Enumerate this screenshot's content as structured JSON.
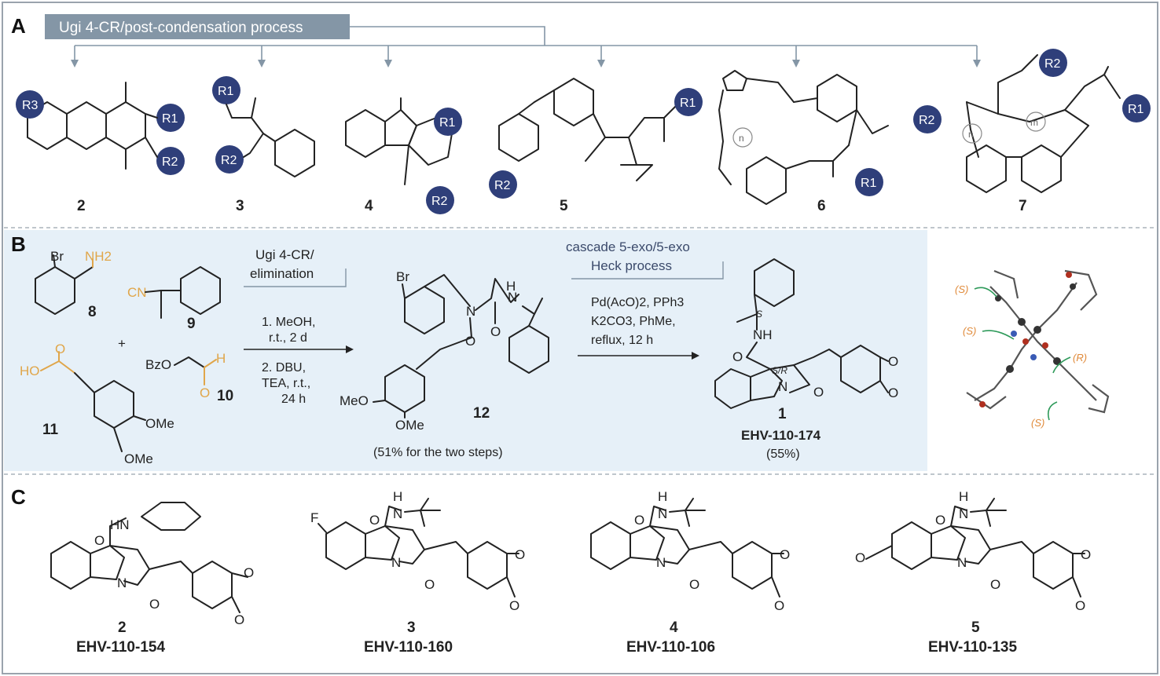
{
  "figure": {
    "panels": {
      "a": "A",
      "b": "B",
      "c": "C"
    },
    "panel_a": {
      "banner": "Ugi 4-CR/post-condensation process",
      "compounds": [
        {
          "id": "2",
          "substituents": [
            "R3",
            "R1",
            "R2"
          ]
        },
        {
          "id": "3",
          "substituents": [
            "R1",
            "R2"
          ]
        },
        {
          "id": "4",
          "substituents": [
            "R1",
            "R2"
          ]
        },
        {
          "id": "5",
          "substituents": [
            "R1",
            "R2"
          ]
        },
        {
          "id": "6",
          "substituents": [
            "R2",
            "R1"
          ],
          "loop": "n"
        },
        {
          "id": "7",
          "substituents": [
            "R2",
            "R1"
          ],
          "loops": [
            "n",
            "m"
          ]
        }
      ]
    },
    "panel_b": {
      "reactants": {
        "c8": {
          "id": "8",
          "atoms": [
            "Br",
            "NH2"
          ]
        },
        "c9": {
          "id": "9",
          "atoms": [
            "CN"
          ]
        },
        "c10": {
          "id": "10",
          "atoms": [
            "BzO",
            "H",
            "O"
          ]
        },
        "c11": {
          "id": "11",
          "atoms": [
            "HO",
            "O",
            "OMe",
            "OMe"
          ]
        },
        "plus": "+"
      },
      "step1": {
        "title1": "Ugi 4-CR/",
        "title2": "elimination",
        "conditions": [
          "1. MeOH,",
          "r.t., 2 d",
          "2. DBU,",
          "TEA, r.t.,",
          "24 h"
        ]
      },
      "intermediate": {
        "id": "12",
        "atoms": [
          "Br",
          "N",
          "H",
          "N",
          "O",
          "O",
          "MeO",
          "OMe"
        ],
        "yield": "(51% for the two steps)"
      },
      "step2": {
        "title1": "cascade 5-exo/5-exo",
        "title2": "Heck process",
        "conditions": [
          "Pd(AcO)2, PPh3",
          "K2CO3, PhMe,",
          "reflux, 12 h"
        ]
      },
      "product": {
        "id": "1",
        "name": "EHV-110-174",
        "yield": "(55%)",
        "atoms": [
          "S",
          "NH",
          "O",
          "S/R",
          "N",
          "O",
          "O",
          "O"
        ]
      },
      "crystal_labels": [
        "(S)",
        "(S)",
        "(R)",
        "(S)"
      ]
    },
    "panel_c": {
      "compounds": [
        {
          "id": "2",
          "name": "EHV-110-154",
          "atoms": [
            "HN",
            "O",
            "N",
            "O",
            "O",
            "O"
          ]
        },
        {
          "id": "3",
          "name": "EHV-110-160",
          "atoms": [
            "F",
            "H",
            "N",
            "O",
            "N",
            "O",
            "O",
            "O"
          ]
        },
        {
          "id": "4",
          "name": "EHV-110-106",
          "atoms": [
            "H",
            "N",
            "O",
            "N",
            "O",
            "O",
            "O"
          ]
        },
        {
          "id": "5",
          "name": "EHV-110-135",
          "atoms": [
            "O",
            "H",
            "N",
            "O",
            "N",
            "O",
            "O",
            "O"
          ]
        }
      ]
    },
    "colors": {
      "accent_blue": "#2f3f7a",
      "banner": "#8496a6",
      "panel_b_bg": "#e6f0f8",
      "orange": "#e0a64a",
      "frame": "#9aa3ad"
    }
  }
}
